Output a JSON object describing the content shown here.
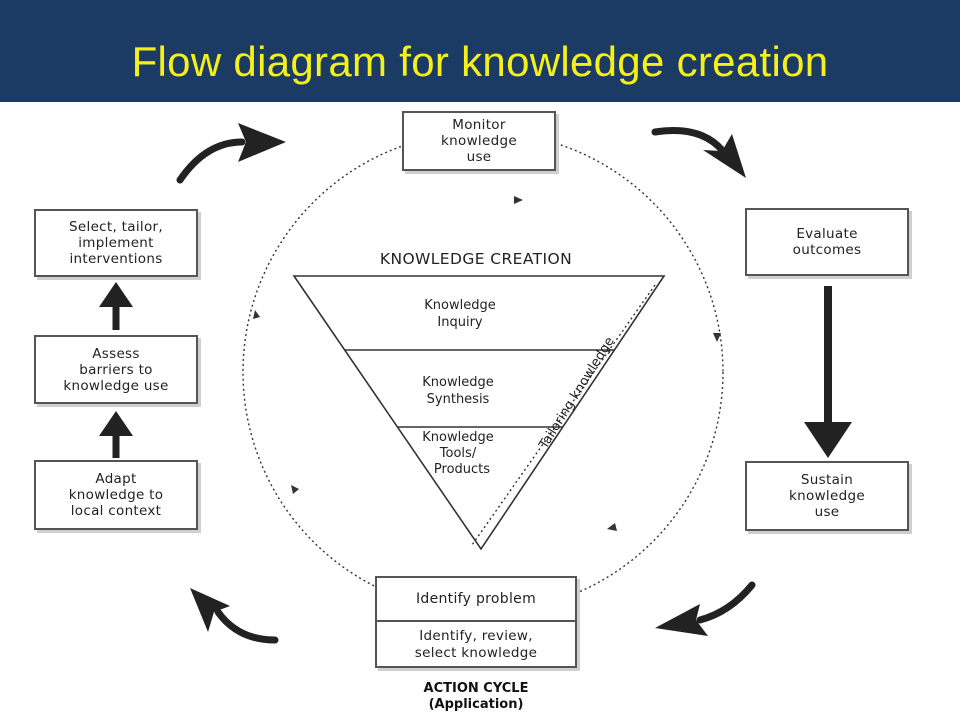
{
  "title": "Flow diagram for knowledge creation",
  "knowledge_creation": {
    "heading": "KNOWLEDGE CREATION",
    "levels": [
      {
        "line1": "Knowledge",
        "line2": "Inquiry",
        "line3": ""
      },
      {
        "line1": "Knowledge",
        "line2": "Synthesis",
        "line3": ""
      },
      {
        "line1": "Knowledge",
        "line2": "Tools/",
        "line3": "Products"
      }
    ],
    "tailoring_label": "Tailoring knowledge"
  },
  "cycle_boxes": {
    "monitor": "Monitor\nknowledge\nuse",
    "evaluate": "Evaluate\noutcomes",
    "sustain": "Sustain\nknowledge\nuse",
    "select": "Select, tailor,\nimplement\ninterventions",
    "assess": "Assess\nbarriers to\nknowledge use",
    "adapt": "Adapt\nknowledge to\nlocal context"
  },
  "action_cycle": {
    "identify_problem": "Identify problem",
    "identify_review": "Identify, review,\nselect knowledge",
    "caption": "ACTION CYCLE\n(Application)"
  }
}
